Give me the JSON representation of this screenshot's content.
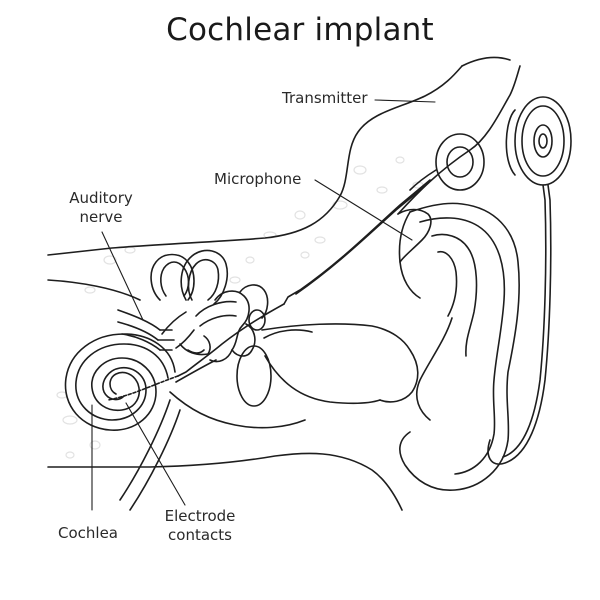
{
  "title": "Cochlear implant",
  "labels": {
    "transmitter": "Transmitter",
    "microphone": "Microphone",
    "auditory_nerve_line1": "Auditory",
    "auditory_nerve_line2": "nerve",
    "cochlea": "Cochlea",
    "electrode_line1": "Electrode",
    "electrode_line2": "contacts"
  },
  "colors": {
    "line": "#1e1e1e",
    "text": "#2a2a2a",
    "texture": "#e6e6e6"
  }
}
